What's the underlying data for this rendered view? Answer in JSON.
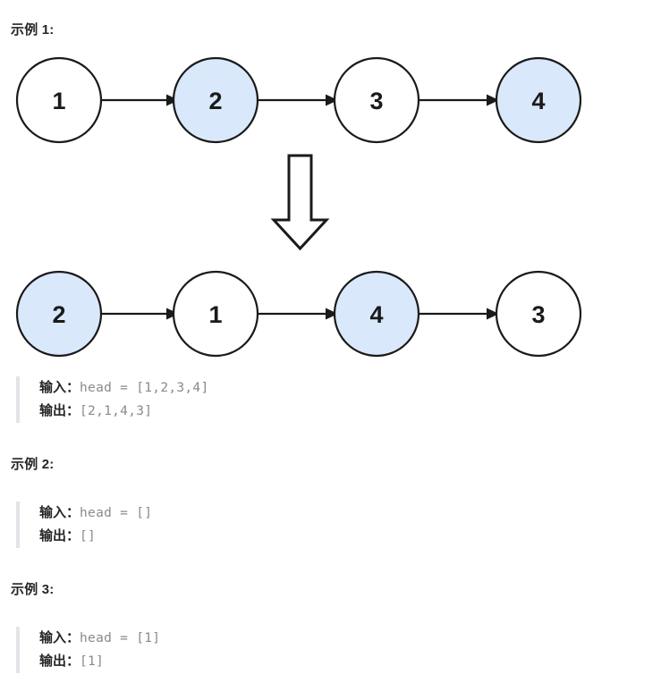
{
  "examples": [
    {
      "heading": "示例 1:",
      "input_label": "输入：",
      "input_code": "head = [1,2,3,4]",
      "output_label": "输出：",
      "output_code": "[2,1,4,3]"
    },
    {
      "heading": "示例 2:",
      "input_label": "输入：",
      "input_code": "head = []",
      "output_label": "输出：",
      "output_code": "[]"
    },
    {
      "heading": "示例 3:",
      "input_label": "输入：",
      "input_code": "head = [1]",
      "output_label": "输出：",
      "output_code": "[1]"
    }
  ],
  "diagram": {
    "before_row": {
      "nodes": [
        {
          "value": "1",
          "highlight": false
        },
        {
          "value": "2",
          "highlight": true
        },
        {
          "value": "3",
          "highlight": false
        },
        {
          "value": "4",
          "highlight": true
        }
      ]
    },
    "after_row": {
      "nodes": [
        {
          "value": "2",
          "highlight": true
        },
        {
          "value": "1",
          "highlight": false
        },
        {
          "value": "4",
          "highlight": true
        },
        {
          "value": "3",
          "highlight": false
        }
      ]
    },
    "transform_arrow": "down-block-arrow"
  },
  "colors": {
    "highlight_fill": "#dae8fc",
    "plain_fill": "#ffffff",
    "stroke": "#1a1a1a",
    "code_text": "#8a8a8a",
    "heading_text": "#262626",
    "quote_border": "#e3e4e8"
  }
}
